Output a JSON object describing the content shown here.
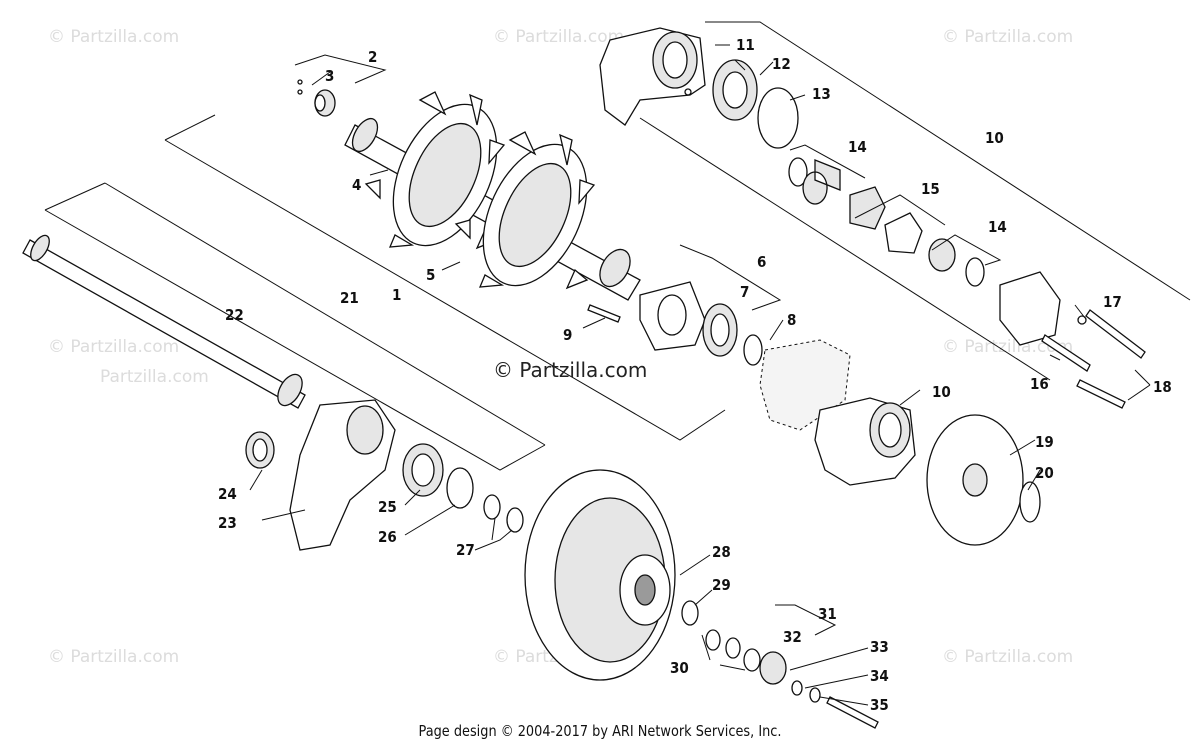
{
  "watermarks": [
    "Partzilla.com",
    "Partzilla.com",
    "Partzilla.com",
    "Partzilla.com",
    "Partzilla.com",
    "Partzilla.com",
    "Partzilla.com",
    "Partzilla.com",
    "Partzilla.com"
  ],
  "center_watermark": "Partzilla.com",
  "copyright_symbol": "©",
  "footer": "Page design © 2004-2017 by ARI Network Services, Inc.",
  "callouts": [
    "1",
    "2",
    "3",
    "4",
    "5",
    "6",
    "7",
    "8",
    "9",
    "10",
    "10",
    "11",
    "12",
    "13",
    "14",
    "14",
    "15",
    "16",
    "17",
    "18",
    "19",
    "20",
    "21",
    "22",
    "23",
    "24",
    "25",
    "26",
    "27",
    "28",
    "29",
    "30",
    "31",
    "32",
    "33",
    "34",
    "35"
  ]
}
